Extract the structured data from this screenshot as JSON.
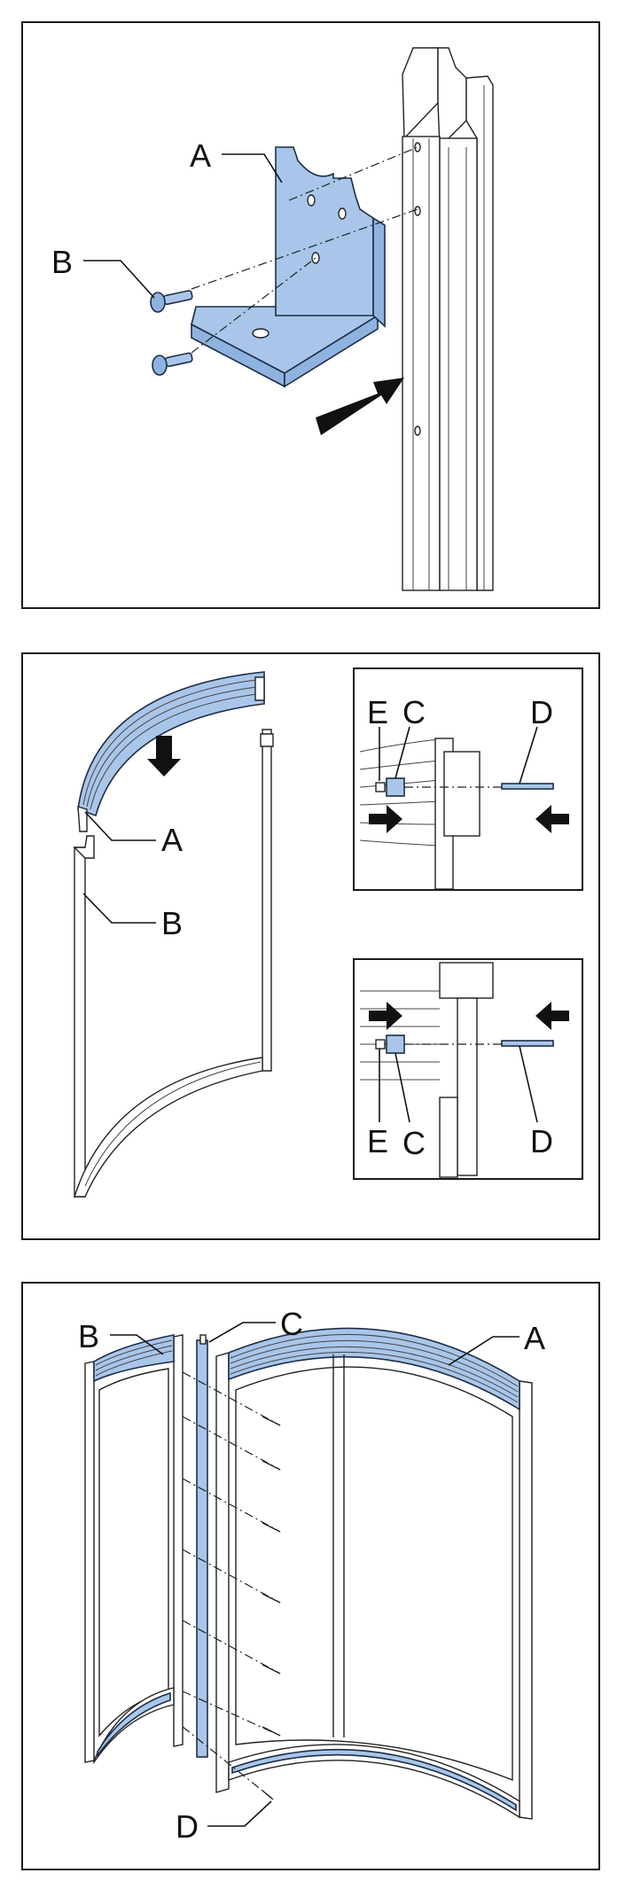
{
  "panel1": {
    "labels": {
      "a": "A",
      "b": "B"
    }
  },
  "panel2": {
    "main_labels": {
      "a": "A",
      "b": "B"
    },
    "inset_top": {
      "e": "E",
      "c": "C",
      "d": "D"
    },
    "inset_bottom": {
      "e": "E",
      "c": "C",
      "d": "D"
    }
  },
  "panel3": {
    "labels": {
      "a": "A",
      "b": "B",
      "c": "C",
      "d": "D"
    }
  },
  "colors": {
    "highlight_blue": "#a9c6ea",
    "outline": "#1a1a1a"
  }
}
